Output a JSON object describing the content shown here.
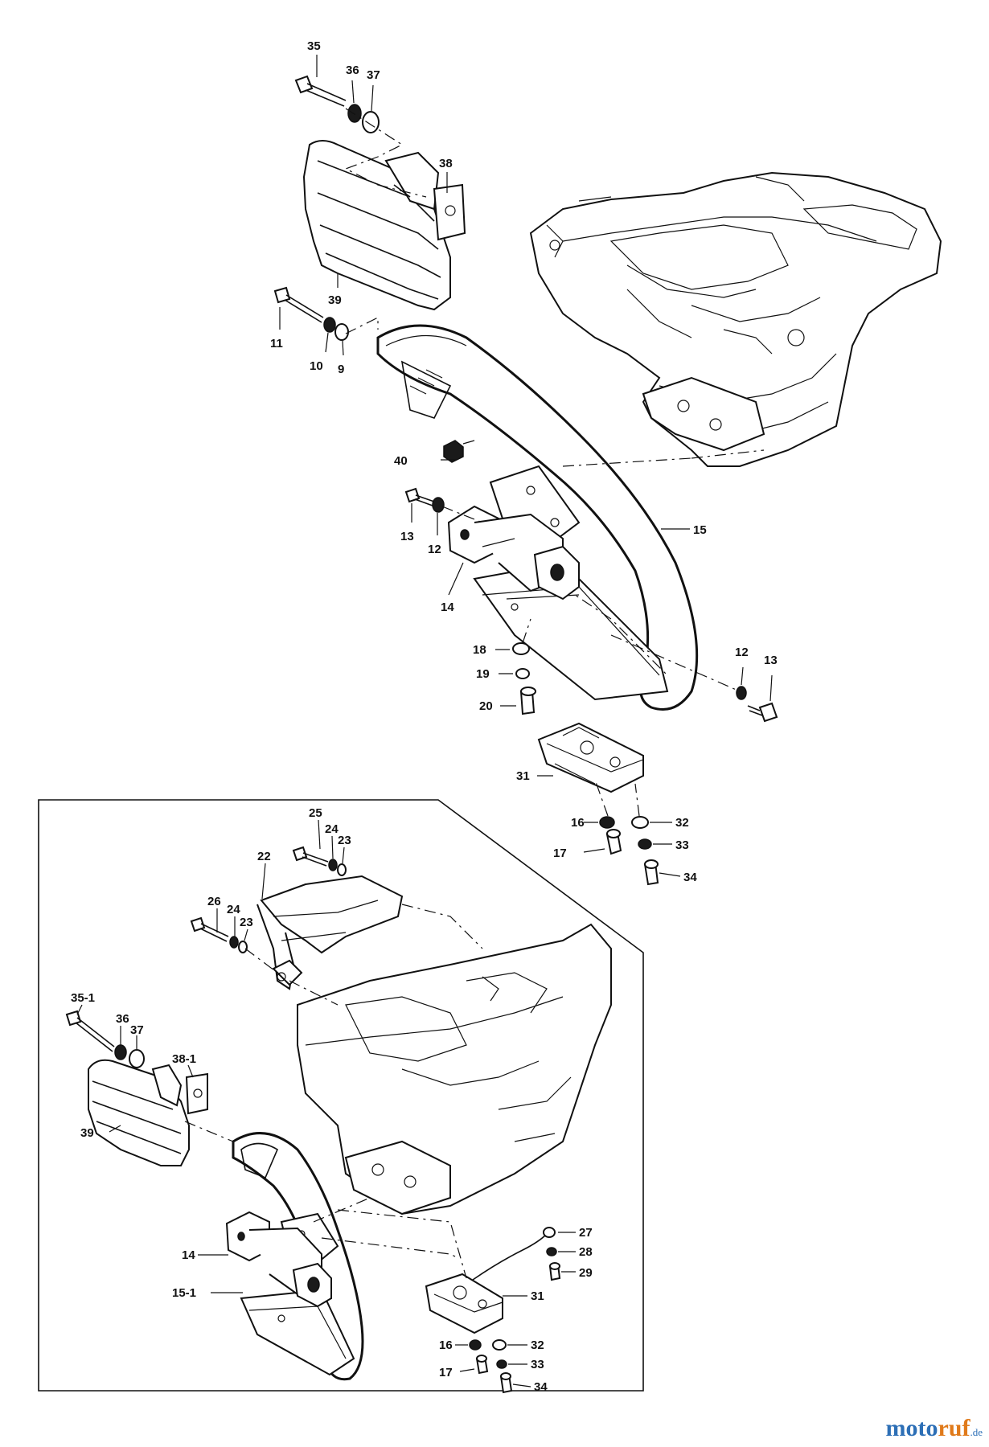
{
  "labels": {
    "upper": {
      "l35": "35",
      "l36": "36",
      "l37": "37",
      "l38": "38",
      "l39": "39",
      "l11": "11",
      "l10": "10",
      "l9": "9",
      "l40": "40",
      "l13a": "13",
      "l12a": "12",
      "l14": "14",
      "l15": "15",
      "l12b": "12",
      "l13b": "13",
      "l18": "18",
      "l19": "19",
      "l20": "20",
      "l31": "31",
      "l16": "16",
      "l17": "17",
      "l32": "32",
      "l33": "33",
      "l34": "34"
    },
    "lower": {
      "l25": "25",
      "l24a": "24",
      "l23a": "23",
      "l22": "22",
      "l26": "26",
      "l24b": "24",
      "l23b": "23",
      "l35_1": "35-1",
      "l36": "36",
      "l37": "37",
      "l38_1": "38-1",
      "l39": "39",
      "l27": "27",
      "l28": "28",
      "l29": "29",
      "l31": "31",
      "l14": "14",
      "l15_1": "15-1",
      "l16": "16",
      "l17": "17",
      "l32": "32",
      "l33": "33",
      "l34": "34"
    }
  },
  "watermark": {
    "moto": "moto",
    "ruf": "ruf",
    "de": ".de"
  }
}
